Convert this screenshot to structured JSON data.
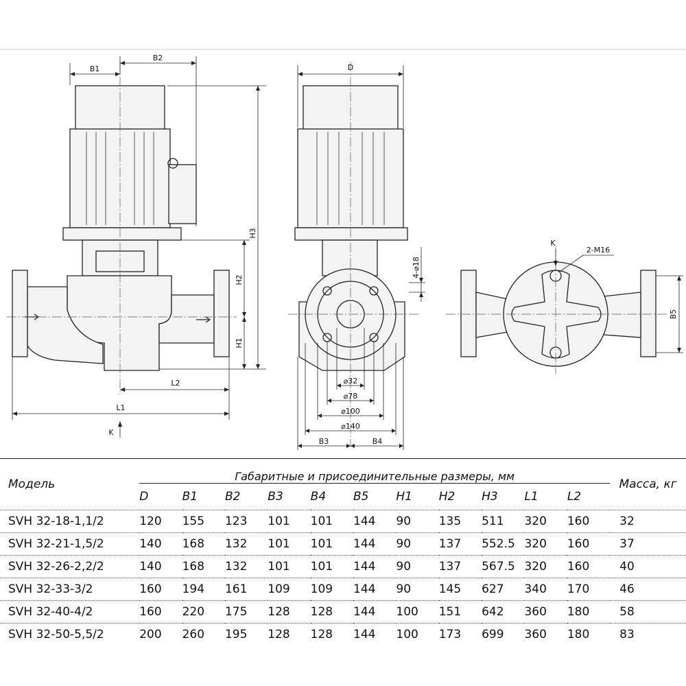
{
  "drawing": {
    "side_view": {
      "labels": {
        "b1": "B1",
        "b2": "B2",
        "h1": "H1",
        "h2": "H2",
        "h3": "H3",
        "l1": "L1",
        "l2": "L2",
        "k": "K"
      }
    },
    "front_view": {
      "labels": {
        "d": "D",
        "b3": "B3",
        "b4": "B4",
        "bolt": "4-⌀18",
        "d32": "⌀32",
        "d78": "⌀78",
        "d100": "⌀100",
        "d140": "⌀140"
      }
    },
    "top_view": {
      "labels": {
        "k": "K",
        "thread": "2-M16",
        "b5": "B5"
      }
    }
  },
  "table": {
    "model_header": "Модель",
    "group_header": "Габаритные и присоединительные размеры, мм",
    "mass_header": "Масса, кг",
    "columns": [
      "D",
      "B1",
      "B2",
      "B3",
      "B4",
      "B5",
      "H1",
      "H2",
      "H3",
      "L1",
      "L2"
    ],
    "rows": [
      {
        "model": "SVH 32-18-1,1/2",
        "values": [
          "120",
          "155",
          "123",
          "101",
          "101",
          "144",
          "90",
          "135",
          "511",
          "320",
          "160"
        ],
        "mass": "32"
      },
      {
        "model": "SVH 32-21-1,5/2",
        "values": [
          "140",
          "168",
          "132",
          "101",
          "101",
          "144",
          "90",
          "137",
          "552.5",
          "320",
          "160"
        ],
        "mass": "37"
      },
      {
        "model": "SVH 32-26-2,2/2",
        "values": [
          "140",
          "168",
          "132",
          "101",
          "101",
          "144",
          "90",
          "137",
          "567.5",
          "320",
          "160"
        ],
        "mass": "40"
      },
      {
        "model": "SVH 32-33-3/2",
        "values": [
          "160",
          "194",
          "161",
          "109",
          "109",
          "144",
          "90",
          "145",
          "627",
          "340",
          "170"
        ],
        "mass": "46"
      },
      {
        "model": "SVH 32-40-4/2",
        "values": [
          "160",
          "220",
          "175",
          "128",
          "128",
          "144",
          "100",
          "151",
          "642",
          "360",
          "180"
        ],
        "mass": "58"
      },
      {
        "model": "SVH 32-50-5,5/2",
        "values": [
          "200",
          "260",
          "195",
          "128",
          "128",
          "144",
          "100",
          "173",
          "699",
          "360",
          "180"
        ],
        "mass": "83"
      }
    ]
  }
}
